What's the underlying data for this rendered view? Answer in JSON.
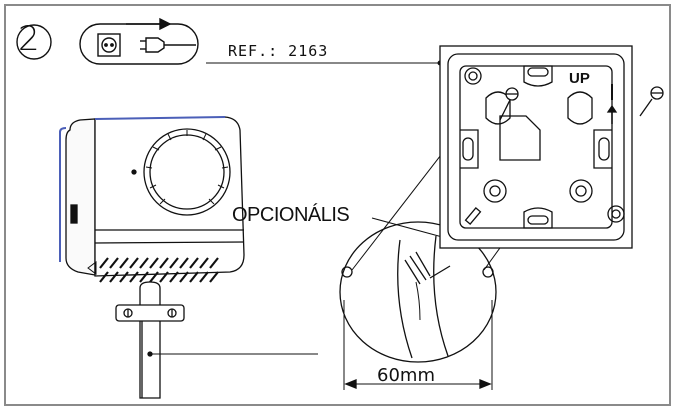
{
  "step": {
    "number": "2"
  },
  "reference": {
    "text": "REF.: 2163"
  },
  "optional_label": "OPCIONÁLIS",
  "mounting_box": {
    "up_label": "UP"
  },
  "dimension": {
    "label": "60mm"
  },
  "icons": {
    "step_icon": "unplug-from-socket-icon",
    "thermostat": "thermostat-dial-icon",
    "mounting_box": "wall-mounting-box-icon",
    "screws": "screw-icon",
    "cable": "cable-icon"
  },
  "colors": {
    "line": "#111111",
    "frame": "#8a8a8a",
    "accent": "#4b5fb8"
  }
}
